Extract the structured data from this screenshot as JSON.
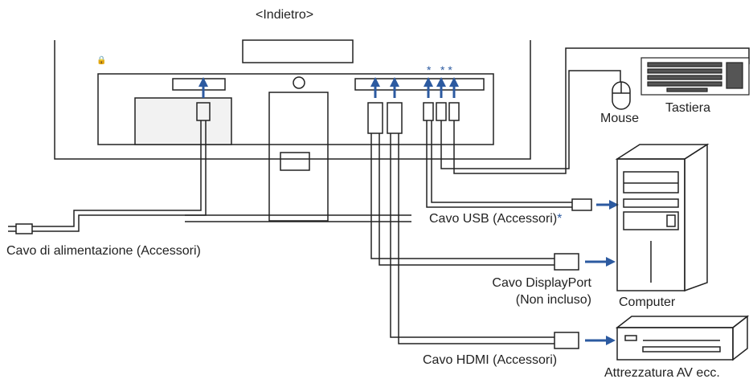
{
  "nav": {
    "back_label": "<Indietro>"
  },
  "labels": {
    "power_cable": "Cavo di alimentazione (Accessori)",
    "usb_cable": "Cavo USB (Accessori)",
    "usb_asterisk": "*",
    "dp_cable_line1": "Cavo DisplayPort",
    "dp_cable_line2": "(Non incluso)",
    "hdmi_cable": "Cavo HDMI (Accessori)",
    "computer": "Computer",
    "av_equipment": "Attrezzatura AV ecc.",
    "mouse": "Mouse",
    "keyboard": "Tastiera"
  },
  "port_markers": {
    "single": "*",
    "double": "* *"
  },
  "colors": {
    "line": "#222222",
    "arrow": "#2c5aa0",
    "marker": "#2c5aa0"
  }
}
